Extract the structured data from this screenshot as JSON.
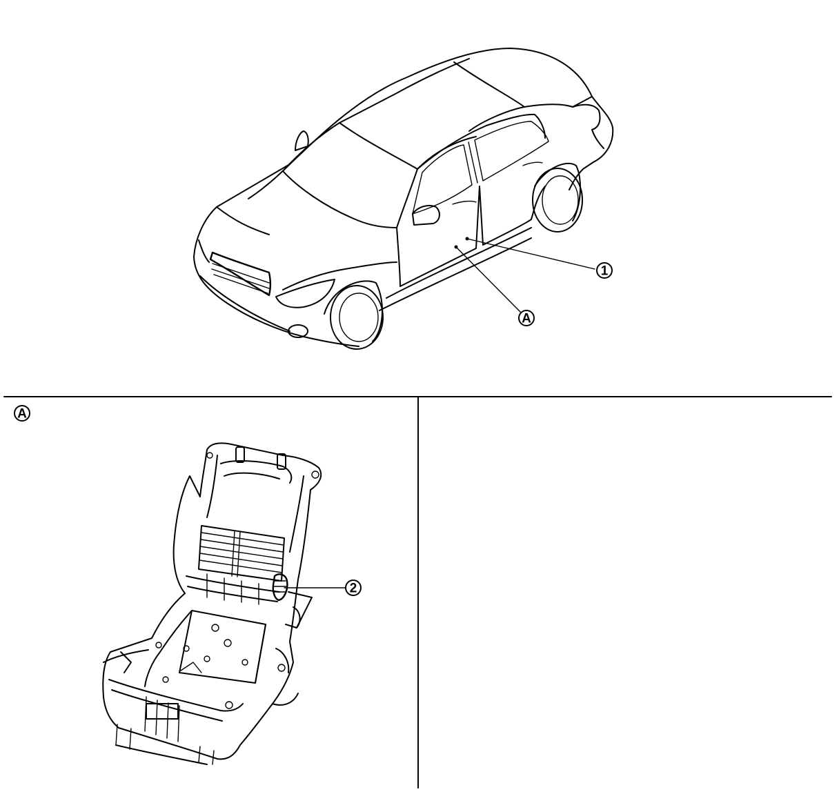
{
  "callouts": {
    "one": "1",
    "A": "A",
    "two": "2"
  },
  "detail_panel": {
    "label": "A"
  },
  "colors": {
    "line": "#000000",
    "background": "#ffffff"
  }
}
